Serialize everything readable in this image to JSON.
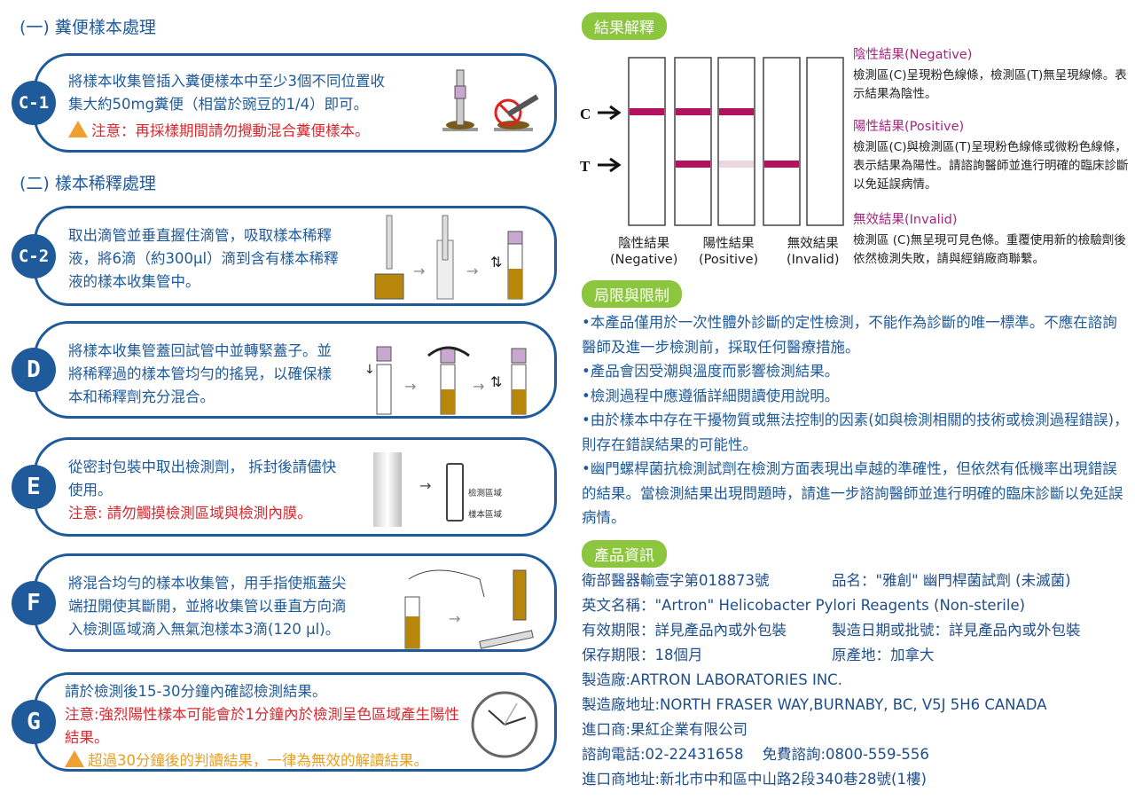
{
  "sections": {
    "stool": "(一) 糞便樣本處理",
    "dilution": "(二) 樣本稀釋處理"
  },
  "steps": [
    {
      "id": "C-1",
      "lines": [
        "將樣本收集管插入糞便樣本中至少3個不同位置收",
        "集大約50mg糞便（相當於豌豆的1/4）即可。"
      ],
      "warning": "注意：再採樣期間請勿攪動混合糞便樣本。"
    },
    {
      "id": "C-2",
      "lines": [
        "取出滴管並垂直握住滴管，吸取樣本稀釋",
        "液，將6滴（約300µl）滴到含有樣本稀釋",
        "液的樣本收集管中。"
      ]
    },
    {
      "id": "D",
      "lines": [
        "將樣本收集管蓋回試管中並轉緊蓋子。並",
        "將稀釋過的樣本管均勻的搖晃，以確保樣",
        "本和稀釋劑充分混合。"
      ]
    },
    {
      "id": "E",
      "lines": [
        "從密封包裝中取出檢測劑，  拆封後請儘快",
        "使用。"
      ],
      "warning": "注意: 請勿觸摸檢測區域與檢測內膜。",
      "labels": [
        "檢測區域",
        "樣本區域"
      ]
    },
    {
      "id": "F",
      "lines": [
        "將混合均勻的樣本收集管，用手指使瓶蓋尖",
        "端扭開使其斷開，並將收集管以垂直方向滴",
        "入檢測區域滴入無氣泡樣本3滴(120 µl)。"
      ]
    },
    {
      "id": "G",
      "lines": [
        "請於檢測後15-30分鐘內確認檢測結果。"
      ],
      "warning": "注意:強烈陽性樣本可能會於1分鐘內於檢測呈色區域產生陽性結果。",
      "caution": "超過30分鐘後的判讀結果，一律為無效的解讀結果。"
    }
  ],
  "results": {
    "title": "結果解釋",
    "markers": {
      "c": "C",
      "t": "T"
    },
    "strip_labels": [
      {
        "zh": "陰性結果",
        "en": "(Negative)"
      },
      {
        "zh": "陽性結果",
        "en": "(Positive)"
      },
      {
        "zh": "無效結果",
        "en": "(Invalid)"
      }
    ],
    "negative": {
      "title": "陰性結果(Negative)",
      "text": "檢測區(C)呈現粉色線條，檢測區(T)無呈現線條。表示結果為陰性。"
    },
    "positive": {
      "title": "陽性結果(Positive)",
      "text": "檢測區(C)與檢測區(T)呈現粉色線條或微粉色線條，表示結果為陽性。請諮詢醫師並進行明確的臨床診斷以免延誤病情。"
    },
    "invalid": {
      "title": "無效結果(Invalid)",
      "text": "檢測區 (C)無呈現可見色條。重覆使用新的檢驗劑後依然檢測失敗，請與經銷廠商聯繫。"
    },
    "colors": {
      "line": "#b3125f",
      "faint": "#ead8e0"
    }
  },
  "limitations": {
    "title": "局限與限制",
    "items": [
      "•本產品僅用於一次性體外診斷的定性檢測，不能作為診斷的唯一標準。不應在諮詢醫師及進一步檢測前，採取任何醫療措施。",
      "•產品會因受潮與溫度而影響檢測結果。",
      "•檢測過程中應遵循詳細閱讀使用說明。",
      "•由於樣本中存在干擾物質或無法控制的因素(如與檢測相關的技術或檢測過程錯誤)，則存在錯誤結果的可能性。",
      "•幽門螺桿菌抗檢測試劑在檢測方面表現出卓越的準確性，但依然有低機率出現錯誤的結果。當檢測結果出現問題時，請進一步諮詢醫師並進行明確的臨床診斷以免延誤病情。"
    ]
  },
  "product": {
    "title": "產品資訊",
    "license": "衛部醫器輸壹字第018873號",
    "name": "品名：\"雅創\" 幽門桿菌試劑 (未滅菌)",
    "english": "英文名稱：\"Artron\" Helicobacter Pylori Reagents (Non-sterile)",
    "expiry": "有效期限：詳見產品內或外包裝",
    "mfg_date": "製造日期或批號：詳見產品內或外包裝",
    "shelf": "保存期限：18個月",
    "origin": "原產地：加拿大",
    "maker": "製造廠:ARTRON LABORATORIES INC.",
    "maker_addr": "製造廠地址:NORTH FRASER WAY,BURNABY, BC, V5J 5H6 CANADA",
    "importer": "進口商:果紅企業有限公司",
    "phone": "諮詢電話:02-22431658",
    "free": "免費諮詢:0800-559-556",
    "importer_addr": "進口商地址:新北市中和區中山路2段340巷28號(1樓)"
  }
}
